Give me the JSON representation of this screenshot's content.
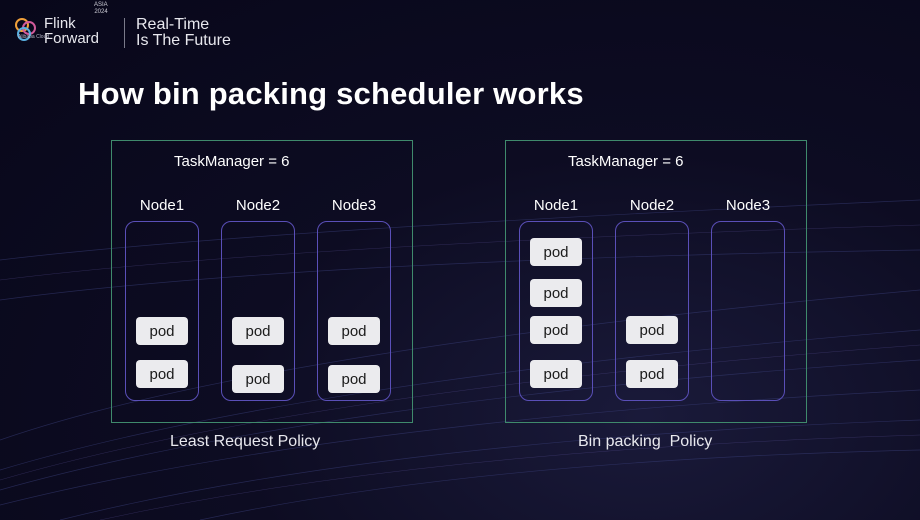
{
  "header": {
    "logo_line1": "Flink",
    "logo_line2": "Forward",
    "edition_region": "ASIA",
    "edition_year": "2024",
    "sponsor": "Alibaba Cloud",
    "tagline_line1": "Real-Time",
    "tagline_line2": "Is The Future"
  },
  "slide": {
    "title": "How bin packing scheduler works"
  },
  "clusters": [
    {
      "taskmanager": "TaskManager = 6",
      "caption": "Least Request Policy",
      "nodes": [
        {
          "label": "Node1",
          "pods": [
            "pod",
            "pod"
          ]
        },
        {
          "label": "Node2",
          "pods": [
            "pod",
            "pod"
          ]
        },
        {
          "label": "Node3",
          "pods": [
            "pod",
            "pod"
          ]
        }
      ]
    },
    {
      "taskmanager": "TaskManager = 6",
      "caption": "Bin packing  Policy",
      "nodes": [
        {
          "label": "Node1",
          "pods": [
            "pod",
            "pod",
            "pod",
            "pod"
          ]
        },
        {
          "label": "Node2",
          "pods": [
            "pod",
            "pod"
          ]
        },
        {
          "label": "Node3",
          "pods": []
        }
      ]
    }
  ],
  "colors": {
    "background": "#0d0c22",
    "cluster_border": "#3f8a6c",
    "node_border": "#5a4fb8",
    "pod_fill": "#ebebee"
  }
}
